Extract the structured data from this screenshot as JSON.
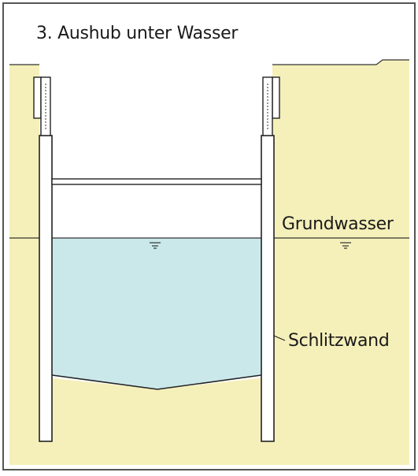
{
  "title": "3. Aushub unter Wasser",
  "labels": {
    "groundwater": "Grundwasser",
    "diaphragm_wall": "Schlitzwand"
  },
  "colors": {
    "soil": "#f5f0ba",
    "water": "#cae8ea",
    "outline": "#222222",
    "wall_fill": "#ffffff",
    "frame": "#555555"
  }
}
